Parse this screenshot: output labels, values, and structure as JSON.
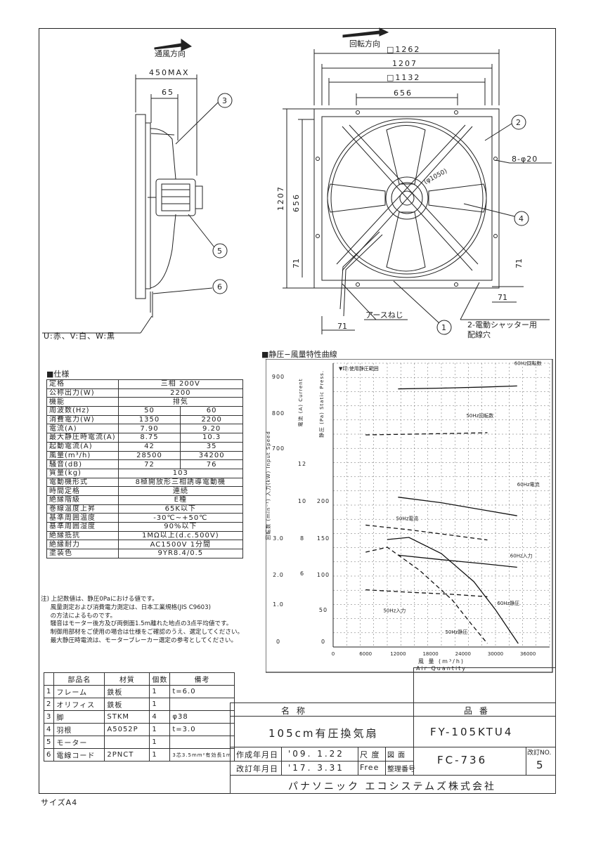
{
  "drawing": {
    "airflow_label": "通風方向",
    "rotation_label": "回転方向",
    "dims": {
      "d450max": "450MAX",
      "d65": "65",
      "sq1262": "□1262",
      "d1207": "1207",
      "sq1132": "□1132",
      "d656": "656",
      "v1207": "1207",
      "v656": "656",
      "v71a": "71",
      "v71b": "71",
      "v71c": "71",
      "v71d": "71",
      "hole": "8-φ20",
      "dia1050": "(φ1050)"
    },
    "callouts": [
      "1",
      "2",
      "3",
      "4",
      "5",
      "6"
    ],
    "earth_screw": "アースねじ",
    "shutter_note1": "2-電動シャッター用",
    "shutter_note2": "配線穴",
    "wire_colors": "U:赤、V:白、W:黒"
  },
  "spec": {
    "title": "■仕様",
    "rows": [
      {
        "label": "定格",
        "v1": "三相 200V"
      },
      {
        "label": "公称出力(W)",
        "v1": "2200"
      },
      {
        "label": "機能",
        "v1": "排気"
      },
      {
        "label": "周波数(Hz)",
        "v1": "50",
        "v2": "60"
      },
      {
        "label": "消費電力(W)",
        "v1": "1350",
        "v2": "2200"
      },
      {
        "label": "電流(A)",
        "v1": "7.90",
        "v2": "9.20"
      },
      {
        "label": "最大静圧時電流(A)",
        "v1": "8.75",
        "v2": "10.3"
      },
      {
        "label": "起動電流(A)",
        "v1": "42",
        "v2": "35"
      },
      {
        "label": "風量(m³/h)",
        "v1": "28500",
        "v2": "34200"
      },
      {
        "label": "騒音(dB)",
        "v1": "72",
        "v2": "76"
      },
      {
        "label": "質量(kg)",
        "v1": "103"
      },
      {
        "label": "電動機形式",
        "v1": "8極開放形三相誘導電動機"
      },
      {
        "label": "時間定格",
        "v1": "連続"
      },
      {
        "label": "絶縁階級",
        "v1": "E種"
      },
      {
        "label": "巻線温度上昇",
        "v1": "65K以下"
      },
      {
        "label": "基準周囲温度",
        "v1": "-30℃~+50℃"
      },
      {
        "label": "基準周囲湿度",
        "v1": "90%以下"
      },
      {
        "label": "絶縁抵抗",
        "v1": "1MΩ以上(d.c.500V)"
      },
      {
        "label": "絶縁耐力",
        "v1": "AC1500V 1分間"
      },
      {
        "label": "塗装色",
        "v1": "9YR8.4/0.5"
      }
    ]
  },
  "notes": "注) 上記数値は、静圧0Paにおける値です。\n     風量測定および消費電力測定は、日本工業規格(JIS C9603)\n     の方法によるものです。\n     騒音はモーター後方及び両側面1.5m離れた地点の3点平均値です。\n     制御用部材をご使用の場合は仕様をご確認のうえ、選定してください。\n     最大静圧時電流は、モーターブレーカー選定の参考としてください。",
  "parts": {
    "headers": [
      "部品名",
      "材質",
      "個数",
      "備考"
    ],
    "rows": [
      {
        "no": "1",
        "name": "フレーム",
        "mat": "鉄板",
        "qty": "1",
        "note": "t=6.0"
      },
      {
        "no": "2",
        "name": "オリフィス",
        "mat": "鉄板",
        "qty": "1",
        "note": ""
      },
      {
        "no": "3",
        "name": "脚",
        "mat": "STKM",
        "qty": "4",
        "note": "φ38"
      },
      {
        "no": "4",
        "name": "羽根",
        "mat": "A5052P",
        "qty": "1",
        "note": "t=3.0"
      },
      {
        "no": "5",
        "name": "モーター",
        "mat": "",
        "qty": "1",
        "note": ""
      },
      {
        "no": "6",
        "name": "電線コード",
        "mat": "2PNCT",
        "qty": "1",
        "note": "3芯3.5mm²有効長1m"
      }
    ]
  },
  "title_block": {
    "name_header": "名 称",
    "product_header": "品 番",
    "name": "105cm有圧換気扇",
    "product": "FY-105KTU4",
    "created_label": "作成年月日",
    "created": "'09. 1.22",
    "revised_label": "改訂年月日",
    "revised": "'17. 3.31",
    "scale_label": "尺 度",
    "scale": "Free",
    "drawing_label": "図 面",
    "ref_label": "整理番号",
    "drawing_no": "FC-736",
    "rev_label": "改訂NO.",
    "rev_no": "5",
    "company": "パナソニック エコシステムズ株式会社"
  },
  "size_label": "サイズA4",
  "chart_data": {
    "type": "line",
    "title": "■静圧−風量特性曲線",
    "legend_note": "▼印:使用静圧範囲",
    "xlabel": "風 量 (m³/h)",
    "xlabel_en": "Air Quantity",
    "x_ticks": [
      "0",
      "6000",
      "12000",
      "18000",
      "24000",
      "30000",
      "36000"
    ],
    "xlim": [
      0,
      40000
    ],
    "axes": [
      {
        "label": "回転数 (min⁻¹)",
        "ticks": [
          "900",
          "800",
          "700"
        ]
      },
      {
        "label": "入力(kW) Input Speed",
        "ticks": [
          "3.0",
          "2.0",
          "1.0",
          "0"
        ]
      },
      {
        "label": "電流 (A) Current",
        "ticks": [
          "12",
          "10",
          "8",
          "6"
        ]
      },
      {
        "label": "静圧 (Pa) Static Press.",
        "ticks": [
          "200",
          "150",
          "100",
          "50",
          "0"
        ]
      }
    ],
    "series": [
      {
        "name": "60Hz回転数",
        "x": [
          12000,
          20000,
          28000,
          34000
        ],
        "y": [
          872,
          874,
          877,
          880
        ]
      },
      {
        "name": "50Hz回転数",
        "x": [
          6000,
          14000,
          22000,
          28500
        ],
        "y": [
          746,
          748,
          750,
          752
        ]
      },
      {
        "name": "60Hz電流",
        "x": [
          12000,
          20000,
          28000,
          34000
        ],
        "y": [
          10.2,
          9.9,
          9.5,
          9.2
        ]
      },
      {
        "name": "50Hz電流",
        "x": [
          6000,
          14000,
          22000,
          28500
        ],
        "y": [
          8.7,
          8.45,
          8.15,
          7.9
        ]
      },
      {
        "name": "60Hz入力",
        "x": [
          12000,
          20000,
          28000,
          34000
        ],
        "y": [
          2.55,
          2.42,
          2.3,
          2.2
        ]
      },
      {
        "name": "50Hz入力",
        "x": [
          6000,
          14000,
          22000,
          28500
        ],
        "y": [
          1.55,
          1.48,
          1.42,
          1.35
        ]
      },
      {
        "name": "60Hz静圧",
        "x": [
          10000,
          14000,
          20000,
          26000,
          30000,
          34200
        ],
        "y": [
          148,
          151,
          128,
          88,
          48,
          0
        ]
      },
      {
        "name": "50Hz静圧",
        "x": [
          6000,
          10000,
          16000,
          22000,
          25500,
          28500
        ],
        "y": [
          130,
          137,
          104,
          62,
          28,
          0
        ]
      }
    ]
  }
}
